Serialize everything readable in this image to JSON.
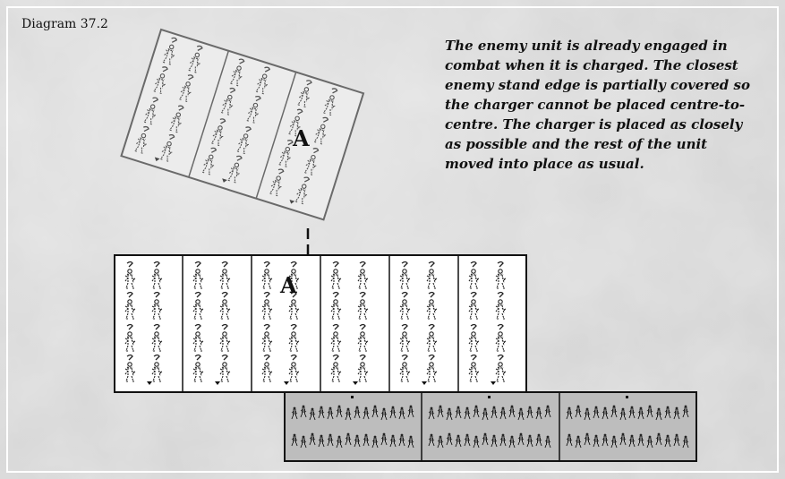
{
  "diagram": {
    "label": "Diagram 37.2",
    "caption": "The enemy unit is already engaged in combat when it is charged. The closest enemy stand edge is partially covered so the charger cannot be placed centre-to-centre. The charger is placed as closely as possible and the rest of the unit moved into place as usual.",
    "markers": [
      "A",
      "A"
    ]
  }
}
